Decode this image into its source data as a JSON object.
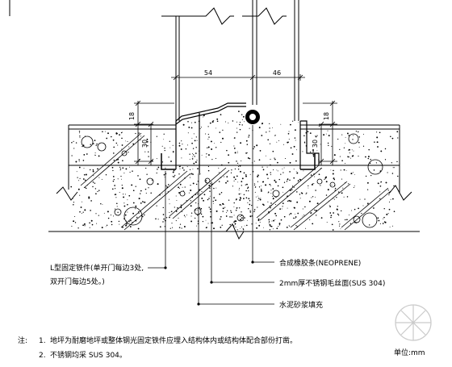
{
  "dimensions": {
    "top_left": "54",
    "top_right": "46",
    "left_upper": "18",
    "left_lower": "30",
    "right_upper": "18",
    "right_lower": "30"
  },
  "callouts": {
    "l_fixture_line1": "L型固定铁件(单开门每边3处,",
    "l_fixture_line2": "双开门每边5处。)",
    "neoprene": "合成橡胶条(NEOPRENE)",
    "stainless_face": "2mm厚不锈钢毛丝面(SUS 304)",
    "mortar_fill": "水泥砂浆填充"
  },
  "notes": {
    "prefix": "注:",
    "item1_num": "1.",
    "item1_text": "地坪为耐磨地坪或整体钢光固定铁件应埋入结构体内或结构体配合部份打凿。",
    "item2_num": "2.",
    "item2_text": "不锈钢均采 SUS 304。"
  },
  "unit_label": "单位:mm",
  "colors": {
    "line": "#000000",
    "watermark": "#bdbdbd"
  },
  "watermark_icon": "logo-watermark-icon"
}
